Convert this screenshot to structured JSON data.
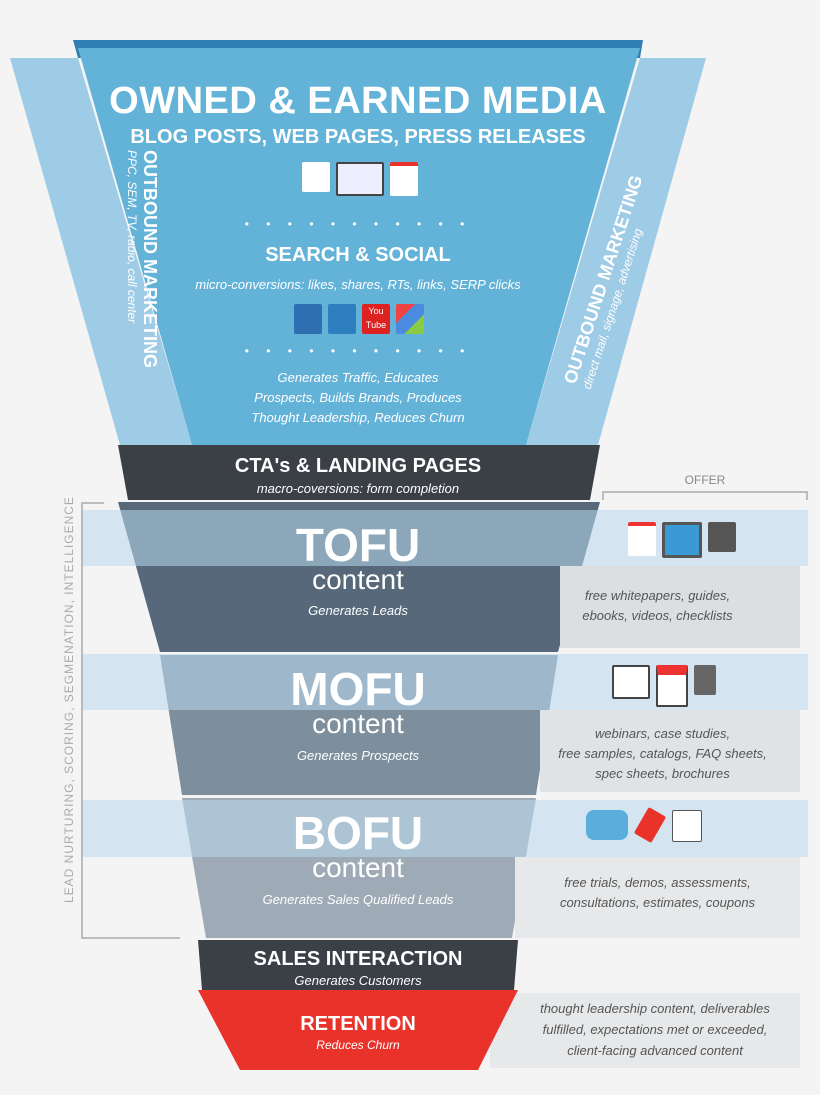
{
  "top": {
    "title": "OWNED & EARNED MEDIA",
    "subtitle": "BLOG POSTS, WEB PAGES, PRESS RELEASES",
    "dots": "• • • • • • • • • • •",
    "search_title": "SEARCH & SOCIAL",
    "search_sub": "micro-conversions: likes, shares, RTs, links, SERP clicks",
    "social_icons": [
      "facebook-icon",
      "twitter-icon",
      "youtube-icon",
      "google-icon"
    ],
    "youtube_text": "You Tube",
    "benefits": [
      "Generates Traffic, Educates",
      "Prospects, Builds Brands, Produces",
      "Thought Leadership, Reduces Churn"
    ]
  },
  "outbound_left": {
    "title": "OUTBOUND MARKETING",
    "sub": "PPC, SEM, TV, radio, call center"
  },
  "outbound_right": {
    "title": "OUTBOUND MARKETING",
    "sub": "direct mail, signage, advertising"
  },
  "cta": {
    "title": "CTA's & LANDING PAGES",
    "sub": "macro-coversions: form completion"
  },
  "offer_label": "OFFER",
  "side_label": "LEAD NURTURING, SCORING, SEGMENATION, INTELLIGENCE",
  "stages": [
    {
      "title": "TOFU",
      "content": "content",
      "sub": "Generates Leads",
      "offer": [
        "free whitepapers, guides,",
        "ebooks, videos, checklists"
      ],
      "icons": [
        "document-icon",
        "video-icon",
        "checklist-icon"
      ]
    },
    {
      "title": "MOFU",
      "content": "content",
      "sub": "Generates Prospects",
      "offer": [
        "webinars, case studies,",
        "free samples, catalogs, FAQ sheets,",
        "spec sheets, brochures"
      ],
      "icons": [
        "webinar-monitor-icon",
        "catalog-icon",
        "book-icon"
      ]
    },
    {
      "title": "BOFU",
      "content": "content",
      "sub": "Generates Sales Qualified Leads",
      "offer": [
        "free trials, demos, assessments,",
        "consultations, estimates, coupons"
      ],
      "icons": [
        "chat-bubbles-icon",
        "price-tag-icon",
        "demo-file-icon"
      ]
    }
  ],
  "sales": {
    "title": "SALES INTERACTION",
    "sub": "Generates Customers"
  },
  "retention": {
    "title": "RETENTION",
    "sub": "Reduces Churn",
    "offer": [
      "thought leadership content, deliverables",
      "fulfilled, expectations met or exceeded,",
      "client-facing advanced content"
    ]
  },
  "colors": {
    "blue": "#63b3d9",
    "light_blue": "#9ecbe5",
    "dark": "#3b3f46",
    "tofu": "#56687a",
    "mofu": "#7d8e9d",
    "bofu": "#9eabb7",
    "red": "#e8322a",
    "panel": "#dcdfe2"
  }
}
